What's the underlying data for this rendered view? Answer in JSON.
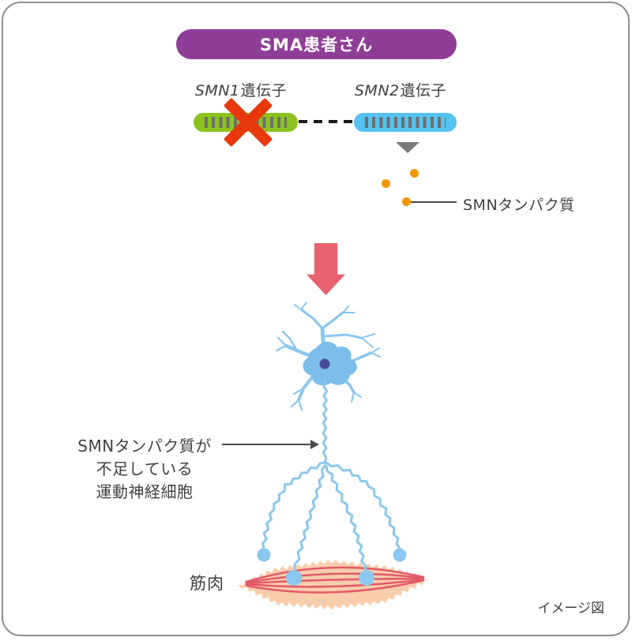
{
  "header": {
    "title": "SMA患者さん"
  },
  "genes": {
    "gene1": {
      "name": "SMN1",
      "suffix": "遺伝子"
    },
    "gene2": {
      "name": "SMN2",
      "suffix": "遺伝子"
    }
  },
  "protein": {
    "label": "SMNタンパク質"
  },
  "neuron_caption": {
    "line1": "SMNタンパク質が",
    "line2": "不足している",
    "line3": "運動神経細胞"
  },
  "muscle": {
    "label": "筋肉"
  },
  "footnote": "イメージ図",
  "colors": {
    "card_border": "#8F8F8F",
    "header_bg": "#8E3E96",
    "header_text": "#FFFFFF",
    "gene1_fill": "#8DC21E",
    "gene2_fill": "#54C3F1",
    "gene_stripe": "#6E6E6E",
    "cross": "#E8380D",
    "dash": "#1A1A1A",
    "funnel_triangle": "#7A7A7A",
    "protein_dot": "#F29600",
    "big_arrow": "#E8616E",
    "neuron_body": "#7BBEE9",
    "neuron_line": "#8CC7EF",
    "nucleus": "#474A9B",
    "muscle_fill": "#F8CDAB",
    "muscle_line": "#E25A68",
    "text": "#404040",
    "line": "#4A4A4A"
  }
}
